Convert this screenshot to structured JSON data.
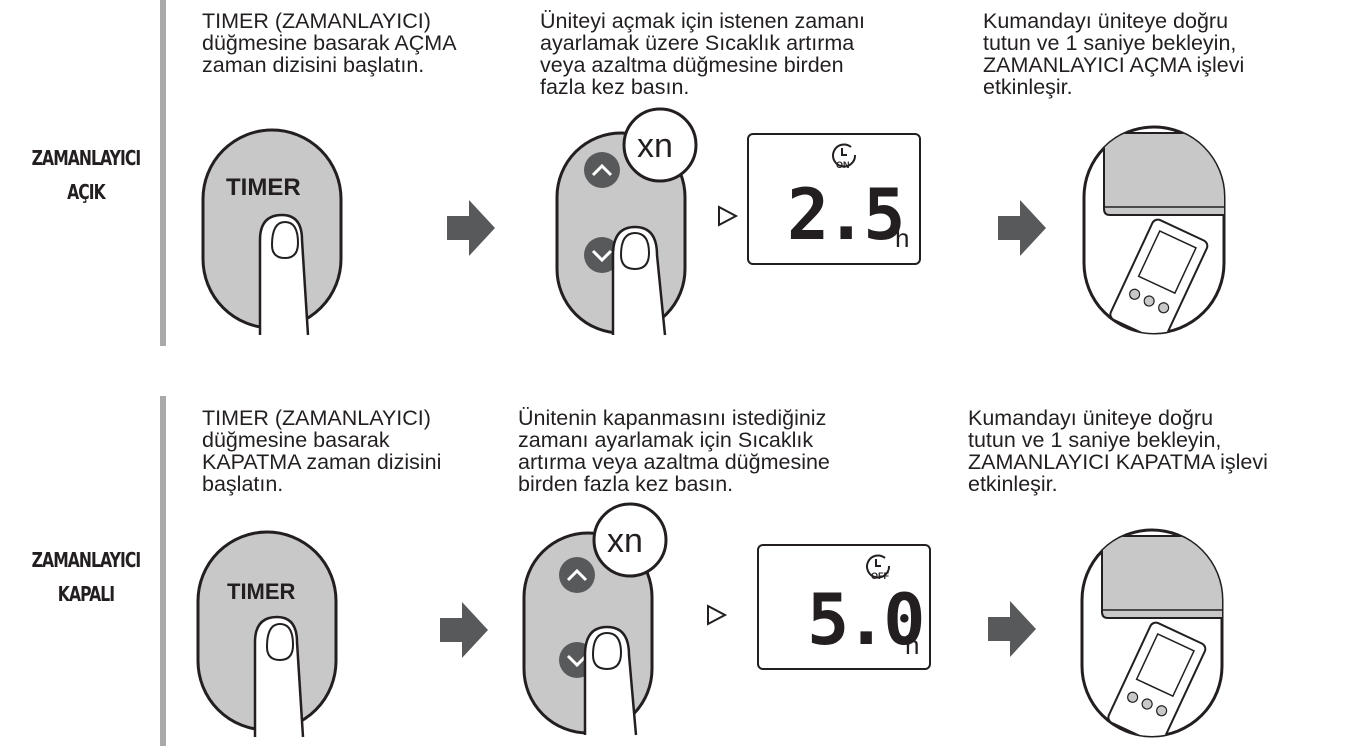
{
  "rows": [
    {
      "label_line1": "ZAMANLAYICI",
      "label_line2": "AÇIK",
      "step1": "TIMER (ZAMANLAYICI)\ndüğmesine basarak AÇMA\nzaman dizisini başlatın.",
      "step2": "Üniteyi açmak için istenen zamanı\nayarlamak üzere Sıcaklık artırma\nveya azaltma düğmesine birden\nfazla kez basın.",
      "step3": "Kumandayı üniteye doğru\ntutun ve 1 saniye bekleyin,\nZAMANLAYICI AÇMA işlevi\netkinleşir.",
      "button_label": "TIMER",
      "repeat_label": "xn",
      "display_icon_label": "ON",
      "display_value": "2.5",
      "display_unit": "h"
    },
    {
      "label_line1": "ZAMANLAYICI",
      "label_line2": "KAPALI",
      "step1": "TIMER (ZAMANLAYICI)\ndüğmesine basarak\nKAPATMA zaman dizisini\nbaşlatın.",
      "step2": "Ünitenin kapanmasını istediğiniz\nzamanı ayarlamak için Sıcaklık\nartırma veya azaltma düğmesine\nbirden fazla kez basın.",
      "step3": "Kumandayı üniteye doğru\ntutun ve 1 saniye bekleyin,\nZAMANLAYICI KAPATMA işlevi\netkinleşir.",
      "button_label": "TIMER",
      "repeat_label": "xn",
      "display_icon_label": "OFF",
      "display_value": "5.0",
      "display_unit": "h"
    }
  ],
  "colors": {
    "panel_fill": "#c8c8c8",
    "divider": "#a9a9a9",
    "arrow": "#58595b",
    "outline": "#231f20"
  }
}
